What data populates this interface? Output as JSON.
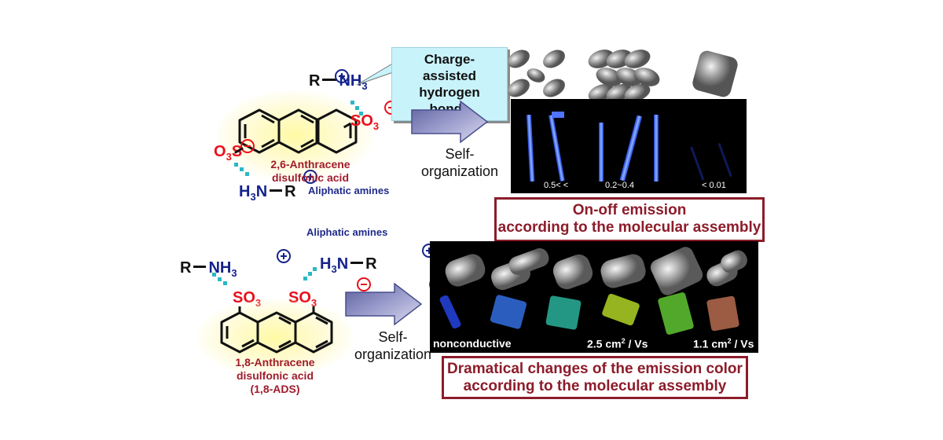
{
  "top": {
    "callout": {
      "line1": "Charge-assisted",
      "line2": "hydrogen bonds"
    },
    "amine_top": {
      "r": "R",
      "n": "NH",
      "sub": "3"
    },
    "sulfonate_right": {
      "text": "SO",
      "sub": "3"
    },
    "sulfonate_left": {
      "o": "O",
      "sub": "3",
      "s": "S"
    },
    "amine_bottom": {
      "h": "H",
      "sub": "3",
      "n": "N",
      "r": "R"
    },
    "molecule_label": {
      "line1": "2,6-Anthracene",
      "line2": "disulfonic acid"
    },
    "amines_label": "Aliphatic amines",
    "arrow_label": {
      "line1": "Self-",
      "line2": "organization"
    },
    "photo_labels": [
      "0.5< <",
      "0.2~0.4",
      "< 0.01"
    ],
    "result": {
      "line1": "On-off emission",
      "line2": "according to the molecular assembly"
    }
  },
  "bottom": {
    "amines_label": "Aliphatic amines",
    "amine_left": {
      "r": "R",
      "n": "NH",
      "sub": "3"
    },
    "amine_right": {
      "h": "H",
      "sub": "3",
      "n": "N",
      "r": "R"
    },
    "sulfonate": {
      "text": "SO",
      "sub": "3"
    },
    "molecule_label": {
      "line1": "1,8-Anthracene",
      "line2": "disulfonic acid",
      "line3": "(1,8-ADS)"
    },
    "arrow_label": {
      "line1": "Self-",
      "line2": "organization"
    },
    "photo_labels": {
      "left": "nonconductive",
      "mid_value": "2.5 cm",
      "mid_sup": "2",
      "mid_unit": " / Vs",
      "right_value": "1.1 cm",
      "right_sup": "2",
      "right_unit": " / Vs"
    },
    "crystal_colors": [
      "#2a4cff",
      "#3a7cff",
      "#2fc9b0",
      "#c8f02a",
      "#6ee03a",
      "#d07a5a"
    ],
    "result": {
      "line1": "Dramatical changes of the emission color",
      "line2": "according to the molecular assembly"
    }
  },
  "colors": {
    "accent_red": "#e8101c",
    "accent_blue": "#15238c",
    "label_red": "#a01c2c",
    "box_border": "#8c1c2a",
    "hbond": "#2ab8c4"
  }
}
